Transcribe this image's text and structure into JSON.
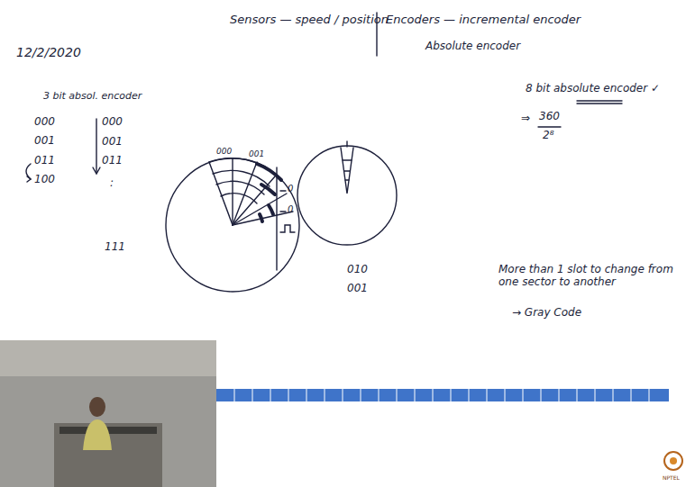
{
  "diagram": {
    "labels": [
      "12/2/2020",
      "Sensors — speed / position",
      "Encoders — incremental encoder",
      "Absolute encoder",
      "3 bit absol. encoder",
      "000",
      "001",
      "011",
      "100",
      "000",
      "001",
      "011",
      ":",
      "111",
      "000",
      "001",
      "0",
      "0",
      "010",
      "001",
      "8 bit absolute encoder ✓",
      "⇒",
      "360",
      "2⁸",
      "More than 1 slot to change from one sector to another",
      "→ Gray Code",
      "NPTEL"
    ]
  }
}
